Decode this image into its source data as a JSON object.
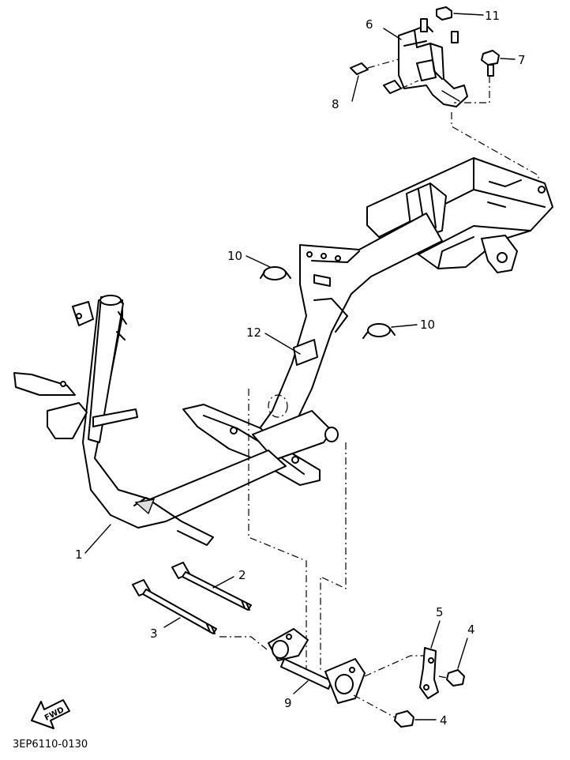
{
  "figure_code": "3EP6110-0130",
  "fwd_label": "FWD",
  "callouts": [
    {
      "id": "c1",
      "label": "1"
    },
    {
      "id": "c2",
      "label": "2"
    },
    {
      "id": "c3",
      "label": "3"
    },
    {
      "id": "c4a",
      "label": "4"
    },
    {
      "id": "c4b",
      "label": "4"
    },
    {
      "id": "c5",
      "label": "5"
    },
    {
      "id": "c6",
      "label": "6"
    },
    {
      "id": "c7",
      "label": "7"
    },
    {
      "id": "c8",
      "label": "8"
    },
    {
      "id": "c9",
      "label": "9"
    },
    {
      "id": "c10a",
      "label": "10"
    },
    {
      "id": "c10b",
      "label": "10"
    },
    {
      "id": "c11",
      "label": "11"
    },
    {
      "id": "c12",
      "label": "12"
    }
  ]
}
